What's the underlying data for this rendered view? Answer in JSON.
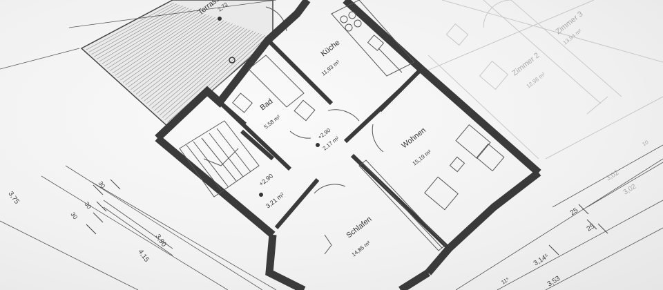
{
  "rooms": [
    {
      "name": "Terrasse",
      "area": "2,72"
    },
    {
      "name": "Küche",
      "area": "11,93 m²"
    },
    {
      "name": "Bad",
      "area": "5,58 m²"
    },
    {
      "name": "Wohnen",
      "area": "15,19 m²"
    },
    {
      "name": "Schlafen",
      "area": "14,85 m²"
    },
    {
      "name": "Zimmer 2",
      "area": "12,98 m²"
    },
    {
      "name": "Zimmer 3",
      "area": "13,94 m²"
    }
  ],
  "levels": [
    {
      "value": "+2,90",
      "area": "2,17 m²"
    },
    {
      "value": "+2,90",
      "area": "3,21 m²"
    }
  ],
  "dimensions": {
    "left": [
      "3,75",
      "30",
      "30",
      "30",
      "3,90",
      "4,15"
    ],
    "bottom": [
      "25",
      "25",
      "3,14⁵",
      "3,53",
      "11⁵"
    ],
    "right": [
      "3,02",
      "3,02",
      "10"
    ]
  },
  "colors": {
    "wall": "#3a3a3a",
    "line": "#555555",
    "faint": "#b8b8b8"
  }
}
